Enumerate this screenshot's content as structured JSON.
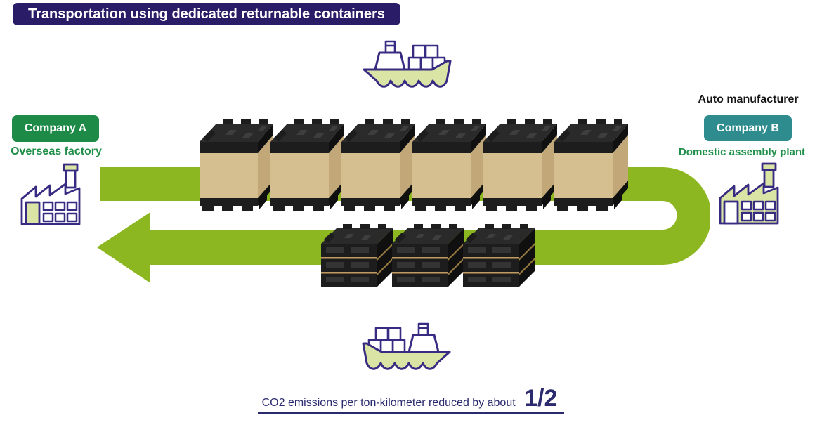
{
  "title": "Transportation using dedicated returnable containers",
  "company_a": {
    "label": "Company A",
    "site": "Overseas factory"
  },
  "company_b": {
    "header": "Auto manufacturer",
    "label": "Company B",
    "site": "Domestic assembly plant"
  },
  "caption": {
    "text": "CO2 emissions per ton-kilometer reduced by about",
    "fraction": "1/2"
  },
  "containers": {
    "assembled_count": 6,
    "folded_stack_count": 3,
    "folded_layers_per_stack": 3
  },
  "icons": {
    "ship_top": "cargo-ship-icon",
    "ship_bottom": "cargo-ship-icon",
    "factory_left": "factory-icon",
    "factory_right": "factory-icon",
    "loop": "return-loop-arrow-icon",
    "container": "returnable-container-icon",
    "folded_stack": "folded-containers-stack-icon"
  },
  "colors": {
    "title_bg": "#2A1C66",
    "company_a_bg": "#1E8A47",
    "company_b_bg": "#2E8B8E",
    "arrow_green": "#8DB721",
    "site_green": "#1E8F48",
    "outline": "#372B82",
    "pale_green": "#DAE5A5",
    "tan": "#D5BE8F",
    "tan_dark": "#C2A878",
    "container_black": "#1D1D1D",
    "navy_text": "#2B2A6E",
    "header_black": "#151515"
  }
}
